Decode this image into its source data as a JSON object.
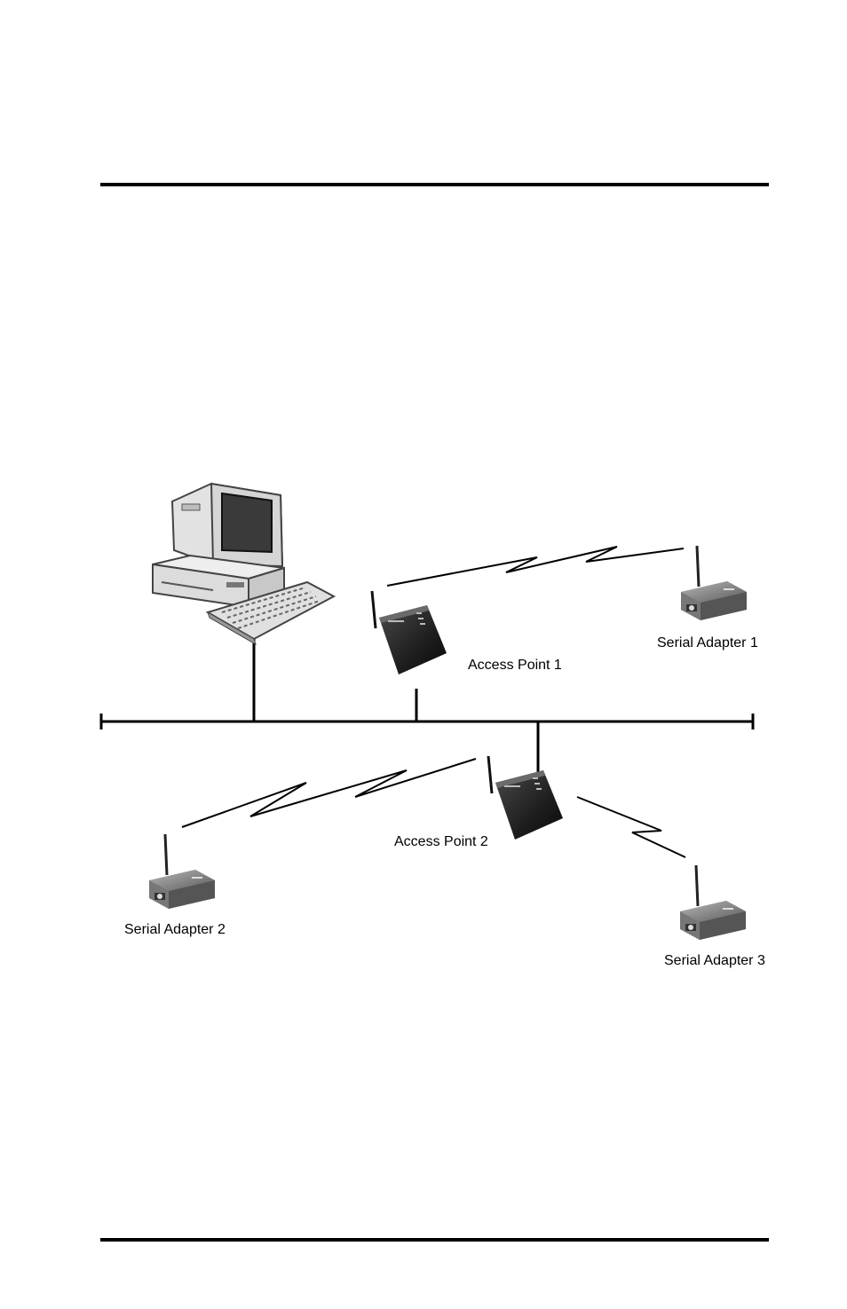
{
  "diagram": {
    "nodes": {
      "workstation": {
        "label": ""
      },
      "access_point_1": {
        "label": "Access Point 1"
      },
      "access_point_2": {
        "label": "Access Point 2"
      },
      "serial_adapter_1": {
        "label": "Serial Adapter 1"
      },
      "serial_adapter_2": {
        "label": "Serial Adapter 2"
      },
      "serial_adapter_3": {
        "label": "Serial Adapter 3"
      }
    },
    "links": [
      {
        "from": "workstation",
        "to": "ethernet-backbone",
        "type": "wired"
      },
      {
        "from": "access_point_1",
        "to": "ethernet-backbone",
        "type": "wired"
      },
      {
        "from": "access_point_2",
        "to": "ethernet-backbone",
        "type": "wired"
      },
      {
        "from": "access_point_1",
        "to": "serial_adapter_1",
        "type": "wireless"
      },
      {
        "from": "access_point_2",
        "to": "serial_adapter_2",
        "type": "wireless"
      },
      {
        "from": "access_point_2",
        "to": "serial_adapter_3",
        "type": "wireless"
      }
    ]
  }
}
